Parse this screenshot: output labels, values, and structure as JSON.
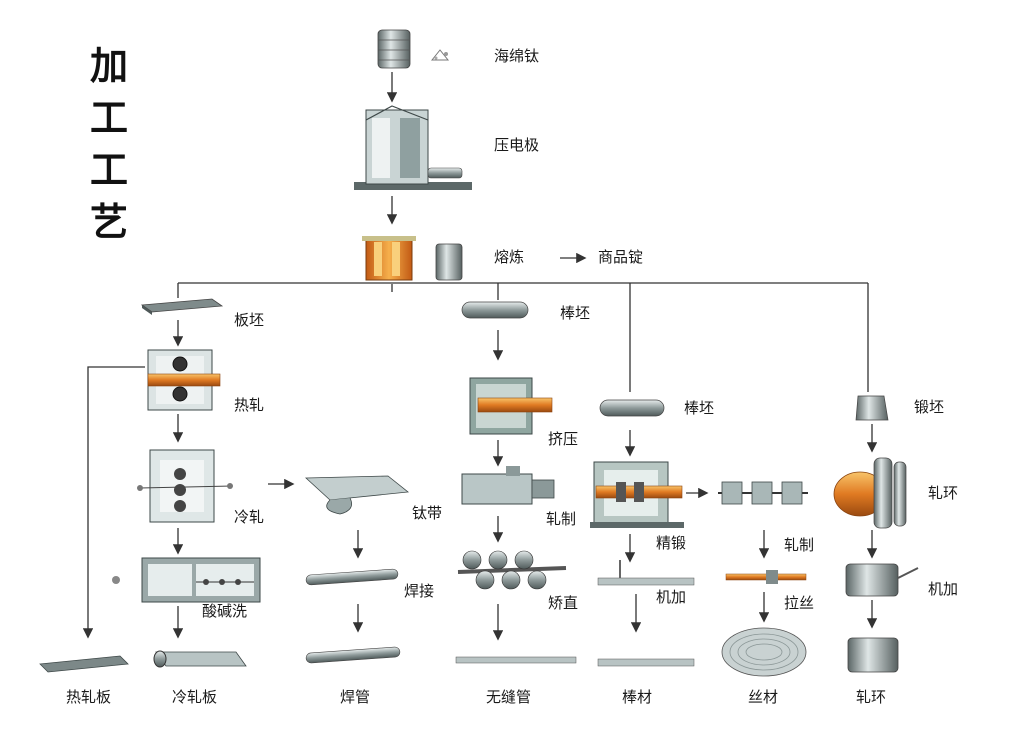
{
  "title": [
    "加",
    "工",
    "工",
    "艺"
  ],
  "labels": {
    "sponge_ti": "海绵钛",
    "electrode": "压电极",
    "melting": "熔炼",
    "ingot": "商品锭",
    "slab": "板坯",
    "hot_roll": "热轧",
    "cold_roll": "冷轧",
    "pickle": "酸碱洗",
    "ti_strip": "钛带",
    "welding": "焊接",
    "bar_billet_1": "棒坯",
    "extrusion": "挤压",
    "rolling_1": "轧制",
    "straighten": "矫直",
    "bar_billet_2": "棒坯",
    "precision_forge": "精锻",
    "machining_1": "机加",
    "rolling_2": "轧制",
    "wire_draw": "拉丝",
    "forge_billet": "锻坯",
    "ring_roll": "轧环",
    "machining_2": "机加"
  },
  "products": {
    "hot_plate": "热轧板",
    "cold_plate": "冷轧板",
    "welded_tube": "焊管",
    "seamless_tube": "无缝管",
    "bar": "棒材",
    "wire": "丝材",
    "ring": "轧环"
  },
  "colors": {
    "steel": "#9aa6a6",
    "steel_dark": "#5f6b6b",
    "steel_light": "#d4dcdc",
    "hot_metal": "#e0822a",
    "hot_light": "#f4b24a",
    "line": "#444444"
  }
}
